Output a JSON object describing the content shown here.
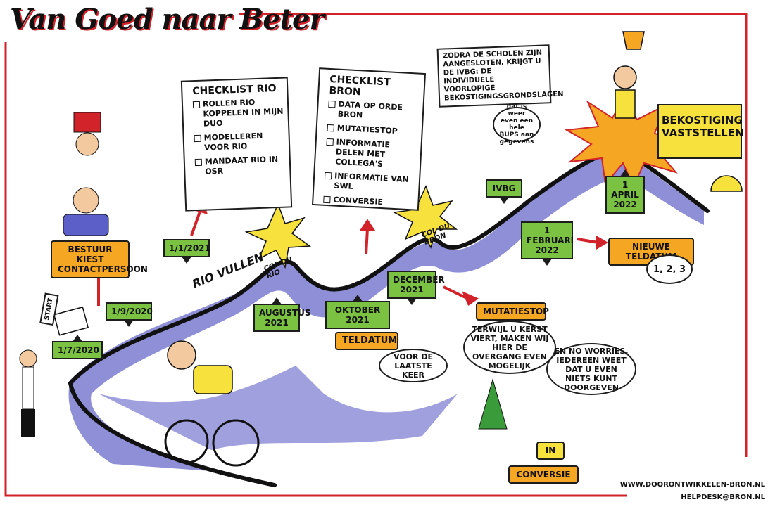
{
  "title": "Van Goed naar Beter",
  "start_flag": "START",
  "dates": {
    "d1": "1/7/2020",
    "d2": "1/9/2020",
    "d3": "1/1/2021",
    "d4": "AUGUSTUS 2021",
    "d5": "OKTOBER 2021",
    "d6": "DECEMBER 2021",
    "d7": "IVBG",
    "d8": "1 FEBRUARI 2022",
    "d9": "1 APRIL 2022"
  },
  "plaques": {
    "contact": "BESTUUR KIEST CONTACTPERSOON",
    "teldatum": "TELDATUM",
    "mutatiestop": "MUTATIESTOP",
    "nieuwe": "NIEUWE TELDATUM",
    "conversie": "CONVERSIE"
  },
  "route_labels": {
    "rio_vullen": "RIO VULLEN",
    "col_rio": "COL DU RIO",
    "col_bron": "COL DU BRON"
  },
  "checklist_rio": {
    "title": "CHECKLIST RIO",
    "items": [
      "ROLLEN RIO KOPPELEN IN MIJN DUO",
      "MODELLEREN VOOR RIO",
      "MANDAAT RIO IN OSR"
    ]
  },
  "checklist_bron": {
    "title": "CHECKLIST BRON",
    "items": [
      "DATA OP ORDE BRON",
      "MUTATIESTOP",
      "INFORMATIE DELEN MET COLLEGA'S",
      "INFORMATIE VAN SWL",
      "CONVERSIE"
    ]
  },
  "ivbg_sign": "ZODRA DE SCHOLEN ZIJN AANGESLOTEN, KRIJGT U DE IVBG: DE INDIVIDUELE VOORLOPIGE BEKOSTIGINGSGRONDSLAGEN",
  "ivbg_bubble": "dat is weer even een hele BUPS aan gegevens",
  "bekostiging": "BEKOSTIGING VASTSTELLEN",
  "bubbles": {
    "laatste": "VOOR DE LAATSTE KEER",
    "kerst": "TERWIJL U KERST VIERT, MAKEN WIJ HIER DE OVERGANG EVEN MOGELIJK",
    "worries": "EN NO WORRIES, IEDEREEN WEET DAT U EVEN NIETS KUNT DOORGEVEN",
    "count": "1, 2, 3"
  },
  "in_label": "IN",
  "footer": {
    "web": "WWW.DOORONTWIKKELEN-BRON.NL",
    "mail": "HELPDESK@BRON.NL"
  },
  "colors": {
    "frame": "#d2232a",
    "tag_green": "#7cc242",
    "plaque_orange": "#f5a623",
    "road_shadow": "#8f8fd8",
    "star_yellow": "#f7e13d"
  }
}
